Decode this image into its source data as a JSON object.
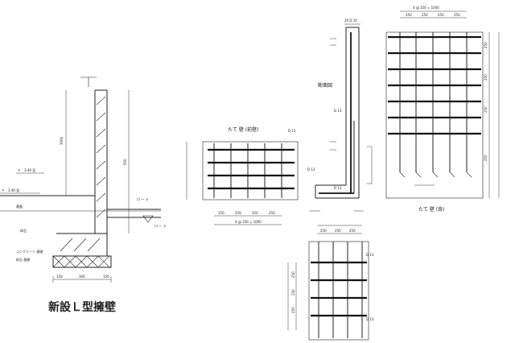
{
  "title": "新設Ｌ型擁壁",
  "left_view": {
    "labels": [
      "Ｆ　3.40 見",
      "Ｆ　3.40 見",
      "基盤",
      "砕石",
      "コンクリート 基礎",
      "砕石 基礎"
    ],
    "dims": [
      "150",
      "150",
      "3000",
      "550",
      "300"
    ],
    "marker": "ロ ー ラ"
  },
  "front_wall_view": {
    "heading": "たて 壁 (前壁)",
    "note": "D 13",
    "dims_bottom": [
      "250",
      "250",
      "250",
      "250"
    ],
    "total": "4 @ 250 = 1000"
  },
  "section_view": {
    "heading": "断面図",
    "labels": [
      "D 13",
      "D 13",
      "D 13"
    ],
    "top_dim": "20 D 10"
  },
  "right_wall_view": {
    "heading": "たて 壁 (背)",
    "total": "4 @ 250 = 1000",
    "dims_top": [
      "250",
      "250",
      "250",
      "250"
    ],
    "dims_right": [
      "250",
      "250",
      "250",
      "250"
    ]
  },
  "bottom_view": {
    "dims_top": [
      "250",
      "250",
      "250"
    ],
    "labels": [
      "D 13",
      "D 13"
    ],
    "dims_left": [
      "250",
      "250",
      "250"
    ]
  }
}
